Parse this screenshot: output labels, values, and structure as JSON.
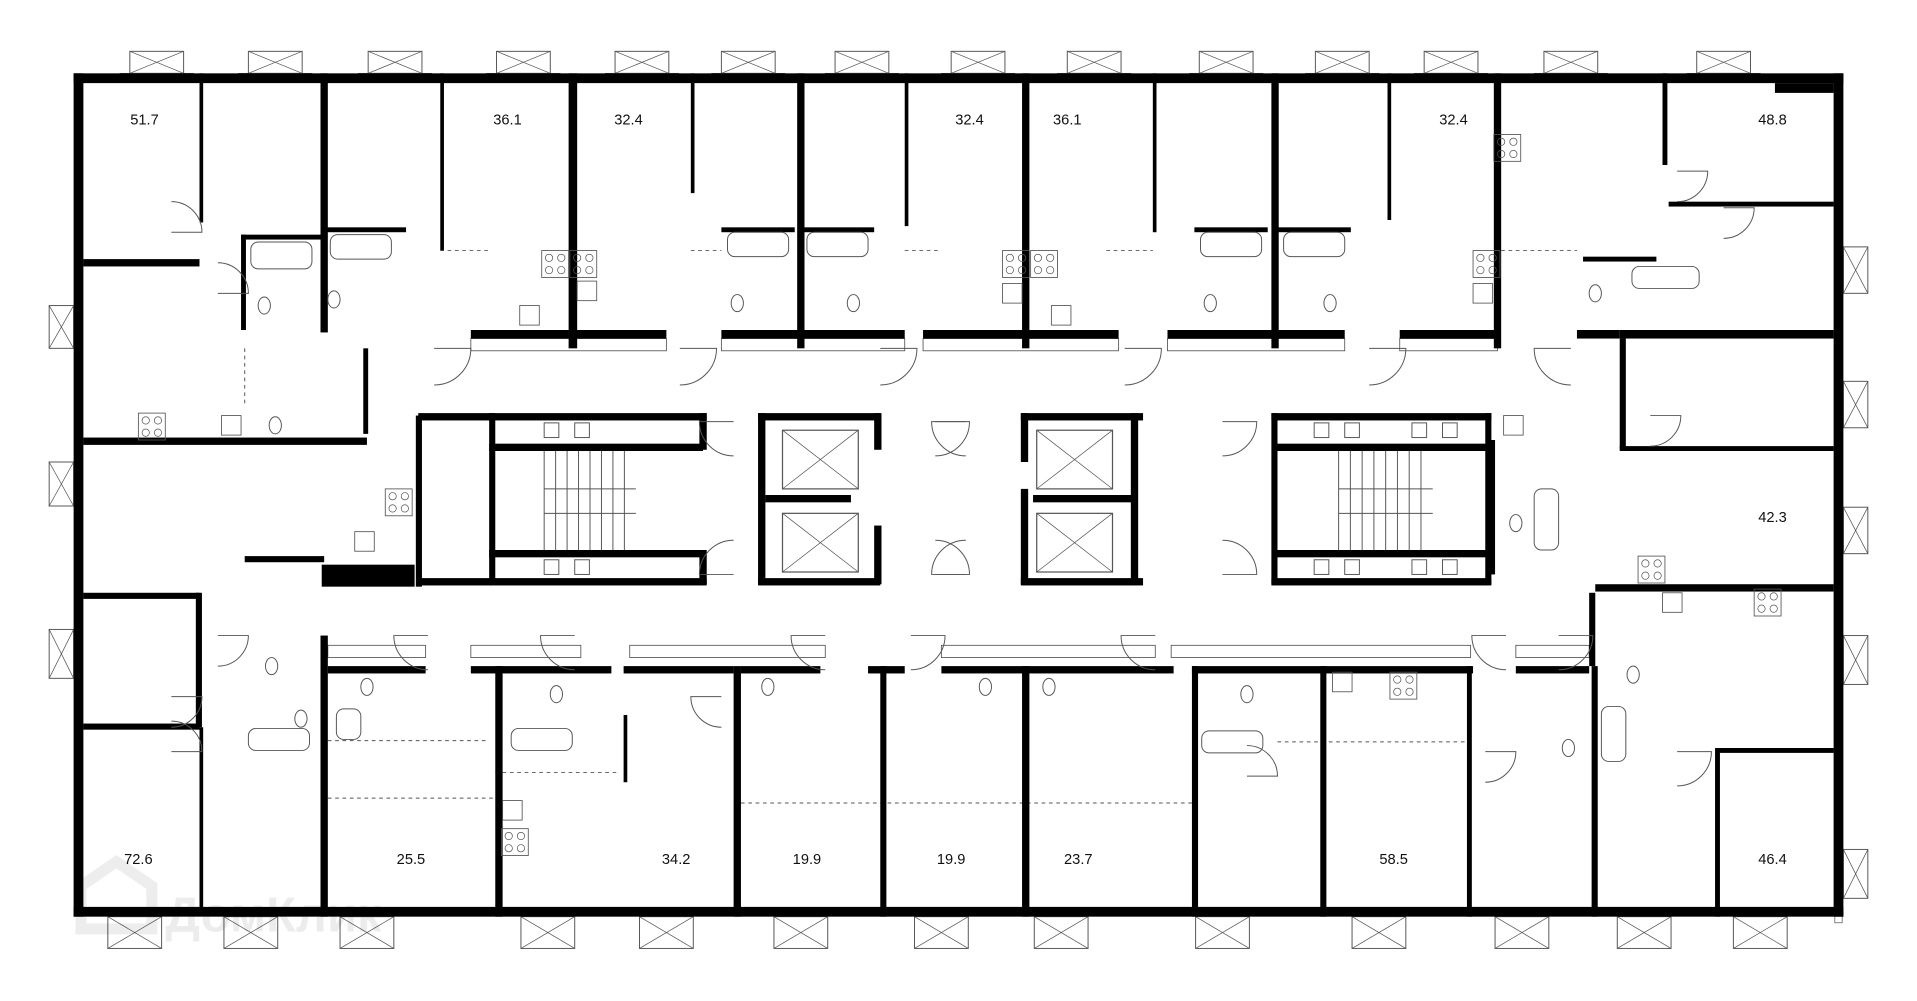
{
  "plan": {
    "wall_color": "#000000",
    "line_color": "#555555",
    "background": "#ffffff",
    "apartments_top": [
      {
        "area": "51.7"
      },
      {
        "area": "36.1"
      },
      {
        "area": "32.4"
      },
      {
        "area": "32.4"
      },
      {
        "area": "36.1"
      },
      {
        "area": "32.4"
      },
      {
        "area": "48.8"
      }
    ],
    "apartments_right": [
      {
        "area": "42.3"
      }
    ],
    "apartments_bottom": [
      {
        "area": "72.6"
      },
      {
        "area": "25.5"
      },
      {
        "area": "34.2"
      },
      {
        "area": "19.9"
      },
      {
        "area": "19.9"
      },
      {
        "area": "23.7"
      },
      {
        "area": "58.5"
      },
      {
        "area": "46.4"
      }
    ],
    "watermark": "ДомКлик"
  }
}
